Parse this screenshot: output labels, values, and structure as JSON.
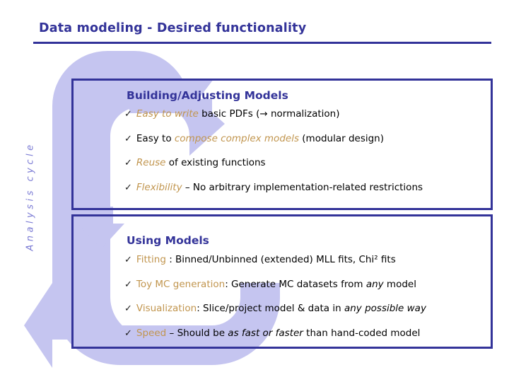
{
  "slide": {
    "title": "Data modeling - Desired functionality",
    "cycle_label": "Analysis cycle",
    "colors": {
      "title_navy": "#333399",
      "loop_lavender": "#C5C5F0",
      "highlight_gold": "#C1954E",
      "label_purple": "#7B7BD4",
      "body_black": "#000000",
      "background": "#FFFFFF"
    },
    "tick_glyph": "✓",
    "arrow_glyph": "→"
  },
  "boxes": [
    {
      "id": "building",
      "heading": "Building/Adjusting Models",
      "bullets": [
        {
          "tick": "✓",
          "segments": [
            {
              "text": "Easy to write",
              "style": "highlight-italic"
            },
            {
              "text": " basic PDFs (",
              "style": "plain"
            },
            {
              "text": "→",
              "style": "plain"
            },
            {
              "text": " normalization)",
              "style": "plain"
            }
          ],
          "plain_text": "Easy to write basic PDFs (→ normalization)"
        },
        {
          "tick": "✓",
          "segments": [
            {
              "text": "Easy to ",
              "style": "plain"
            },
            {
              "text": "compose complex models",
              "style": "highlight-italic"
            },
            {
              "text": " (modular design)",
              "style": "plain"
            }
          ],
          "plain_text": "Easy to compose complex models (modular design)"
        },
        {
          "tick": "✓",
          "segments": [
            {
              "text": "Reuse",
              "style": "highlight-italic"
            },
            {
              "text": " of existing functions",
              "style": "plain"
            }
          ],
          "plain_text": "Reuse of existing functions"
        },
        {
          "tick": "✓",
          "segments": [
            {
              "text": "Flexibility",
              "style": "highlight-italic"
            },
            {
              "text": " – No arbitrary implementation-related restrictions",
              "style": "plain"
            }
          ],
          "plain_text": "Flexibility – No arbitrary implementation-related restrictions"
        }
      ]
    },
    {
      "id": "using",
      "heading": "Using Models",
      "bullets": [
        {
          "tick": "✓",
          "segments": [
            {
              "text": "Fitting",
              "style": "highlight"
            },
            {
              "text": " : Binned/Unbinned (extended) MLL fits, Chi² fits",
              "style": "plain"
            }
          ],
          "plain_text": "Fitting : Binned/Unbinned (extended) MLL fits, Chi² fits"
        },
        {
          "tick": "✓",
          "segments": [
            {
              "text": "Toy MC generation",
              "style": "highlight"
            },
            {
              "text": ": Generate MC datasets from ",
              "style": "plain"
            },
            {
              "text": "any",
              "style": "italic"
            },
            {
              "text": " model",
              "style": "plain"
            }
          ],
          "plain_text": "Toy MC generation: Generate MC datasets from any model"
        },
        {
          "tick": "✓",
          "segments": [
            {
              "text": "Visualization",
              "style": "highlight"
            },
            {
              "text": ": Slice/project model & data in ",
              "style": "plain"
            },
            {
              "text": "any possible way",
              "style": "italic"
            }
          ],
          "plain_text": "Visualization: Slice/project model & data in any possible way"
        },
        {
          "tick": "✓",
          "segments": [
            {
              "text": "Speed",
              "style": "highlight"
            },
            {
              "text": " – Should be ",
              "style": "plain"
            },
            {
              "text": "as fast or faster",
              "style": "italic"
            },
            {
              "text": " than hand-coded model",
              "style": "plain"
            }
          ],
          "plain_text": "Speed – Should be as fast or faster than hand-coded model"
        }
      ]
    }
  ]
}
